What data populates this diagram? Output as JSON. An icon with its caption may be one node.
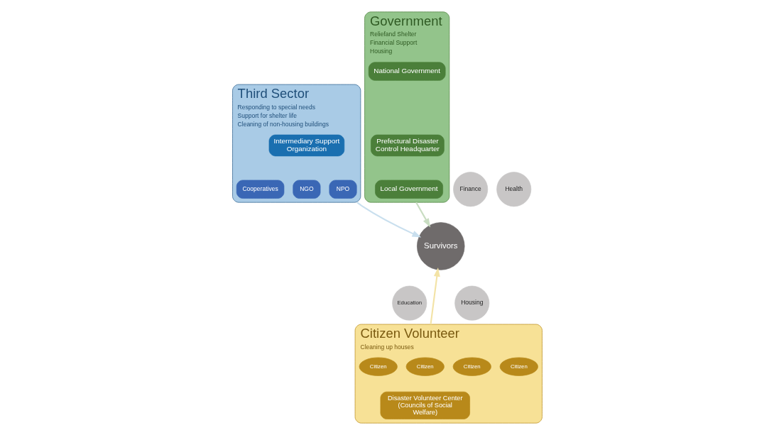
{
  "diagram": {
    "nodes": [
      {
        "text": [
          "Third Sector"
        ],
        "beside": [
          "Responding to special needs",
          "Support for shelter life",
          "Cleaning of non-housing buildings"
        ]
      },
      {
        "text": [
          "Intermediary Support Organization"
        ],
        "in": 0
      },
      {
        "text": [
          "Cooperatives"
        ],
        "in": 0
      },
      {
        "text": [
          "NGO"
        ],
        "in": 0
      },
      {
        "text": [
          "NPO"
        ],
        "in": 0
      },
      {
        "text": [
          "Government"
        ],
        "beside": [
          "Reliefand Shelter",
          "Financial Support",
          "Housing"
        ]
      },
      {
        "text": [
          "National Government"
        ],
        "in": 5
      },
      {
        "text": [
          "Prefectural Disaster Control Headquarter"
        ],
        "in": 5
      },
      {
        "text": [
          "Local Government"
        ],
        "in": 5
      },
      {
        "text": [
          "Survivors"
        ]
      },
      {
        "text": [
          "Finance"
        ]
      },
      {
        "text": [
          "Health"
        ]
      },
      {
        "text": [
          "Education"
        ]
      },
      {
        "text": [
          "Housing"
        ]
      },
      {
        "text": [
          "Citizen Volunteer"
        ],
        "beside": [
          "Cleaning up houses"
        ]
      },
      {
        "text": [
          "Citizen"
        ],
        "in": 14
      },
      {
        "text": [
          "Citizen"
        ],
        "in": 14
      },
      {
        "text": [
          "Citizen"
        ],
        "in": 14
      },
      {
        "text": [
          "Citizen"
        ],
        "in": 14
      },
      {
        "text": [
          "Disaster Volunteer Center (Councils of Social Welfare)"
        ],
        "in": 14
      }
    ],
    "edges": [
      {
        "from": 0,
        "to": 9,
        "arrow": "to",
        "color": "#c9dfee"
      },
      {
        "from": 5,
        "to": 9,
        "arrow": "to",
        "color": "#c9ddc2"
      },
      {
        "from": 14,
        "to": 9,
        "arrow": "to",
        "color": "#f3e3a6"
      }
    ]
  }
}
